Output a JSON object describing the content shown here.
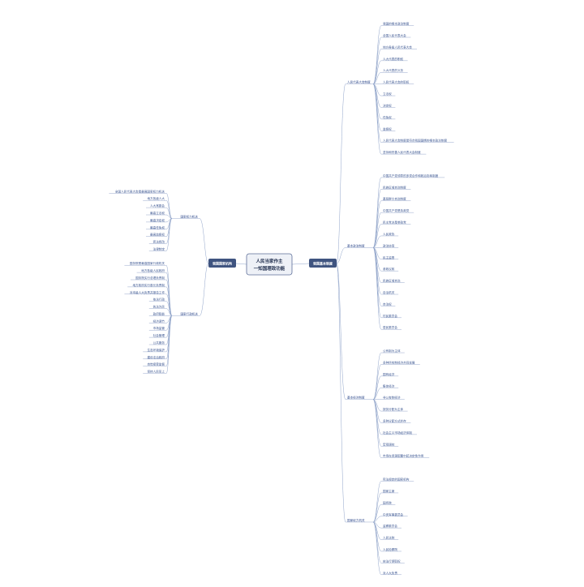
{
  "root": {
    "line1": "人民当家作主",
    "line2": "一知国理政功能"
  },
  "branches": [
    {
      "id": "left",
      "label": "我国国家机构"
    },
    {
      "id": "right",
      "label": "我国基本制度"
    }
  ],
  "right_sections": [
    {
      "label": "人民代表大会制度",
      "items": [
        "我国的根本政治制度",
        "全国人民代表大会",
        "地方各级人民代表大会",
        "人大代表的职权",
        "人大代表的义务",
        "人民代表大会的职权",
        "立法权",
        "决定权",
        "任免权",
        "监督权",
        "人民代表大会制度是符合我国国情的根本政治制度",
        "坚持和完善人民代表大会制度"
      ]
    },
    {
      "label": "基本政治制度",
      "items": [
        "中国共产党领导的多党合作和政治协商制度",
        "民族区域自治制度",
        "基层群众自治制度",
        "中国共产党是执政党",
        "民主党派是参政党",
        "人民政协",
        "政治协商",
        "民主监督",
        "参政议政",
        "民族区域自治",
        "自治机关",
        "自治权",
        "村民委员会",
        "居民委员会"
      ]
    },
    {
      "label": "基本经济制度",
      "items": [
        "公有制为主体",
        "多种所有制经济共同发展",
        "国有经济",
        "集体经济",
        "非公有制经济",
        "按劳分配为主体",
        "多种分配方式并存",
        "社会主义市场经济体制",
        "宏观调控",
        "市场在资源配置中起决定性作用"
      ]
    },
    {
      "label": "国家权力机关",
      "items": [
        "宪法规定的国家机构",
        "国家主席",
        "国务院",
        "中央军事委员会",
        "监察委员会",
        "人民法院",
        "人民检察院",
        "依法行使职权",
        "对人大负责"
      ]
    }
  ],
  "left_sections": [
    {
      "label": "国家权力机关",
      "items": [
        "全国人民代表大会是最高国家权力机关",
        "地方各级人大",
        "人大常委会",
        "最高立法权",
        "最高决定权",
        "最高任免权",
        "最高监督权",
        "宪法修改",
        "法律制定"
      ]
    },
    {
      "label": "国家行政机关",
      "items": [
        "国务院是最高国家行政机关",
        "地方各级人民政府",
        "国务院实行总理负责制",
        "地方政府实行首长负责制",
        "对本级人大负责并报告工作",
        "依法行政",
        "执法为民",
        "政府职能",
        "经济调节",
        "市场监管",
        "社会管理",
        "公共服务",
        "生态环境保护",
        "建设法治政府",
        "自觉接受监督",
        "坚持人民至上"
      ]
    }
  ]
}
